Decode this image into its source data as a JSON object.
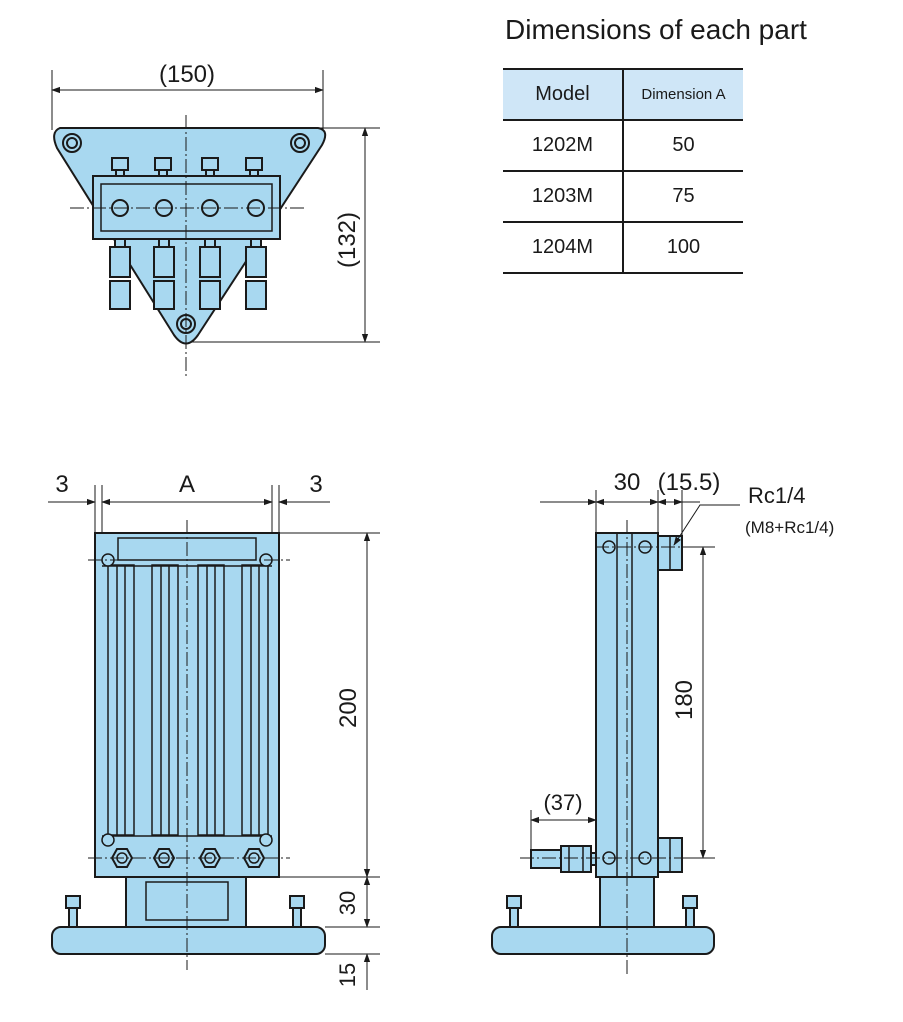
{
  "table": {
    "title": "Dimensions of each part",
    "headers": [
      "Model",
      "Dimension A"
    ],
    "rows": [
      [
        "1202M",
        "50"
      ],
      [
        "1203M",
        "75"
      ],
      [
        "1204M",
        "100"
      ]
    ]
  },
  "top_view": {
    "width_label": "(150)",
    "height_label": "(132)"
  },
  "front_view": {
    "left_gap_label": "3",
    "dim_a_label": "A",
    "right_gap_label": "3",
    "height_label": "200",
    "base_label": "30",
    "foot_label": "15"
  },
  "side_view": {
    "depth_label": "30",
    "offset_label": "(15.5)",
    "port_label": "Rc1/4",
    "port_sub_label": "(M8+Rc1/4)",
    "pitch_label": "180",
    "fitting_label": "(37)"
  },
  "colors": {
    "body_fill": "#a8d8f0",
    "line": "#1a1a1a",
    "header_fill": "#cfe6f7"
  }
}
